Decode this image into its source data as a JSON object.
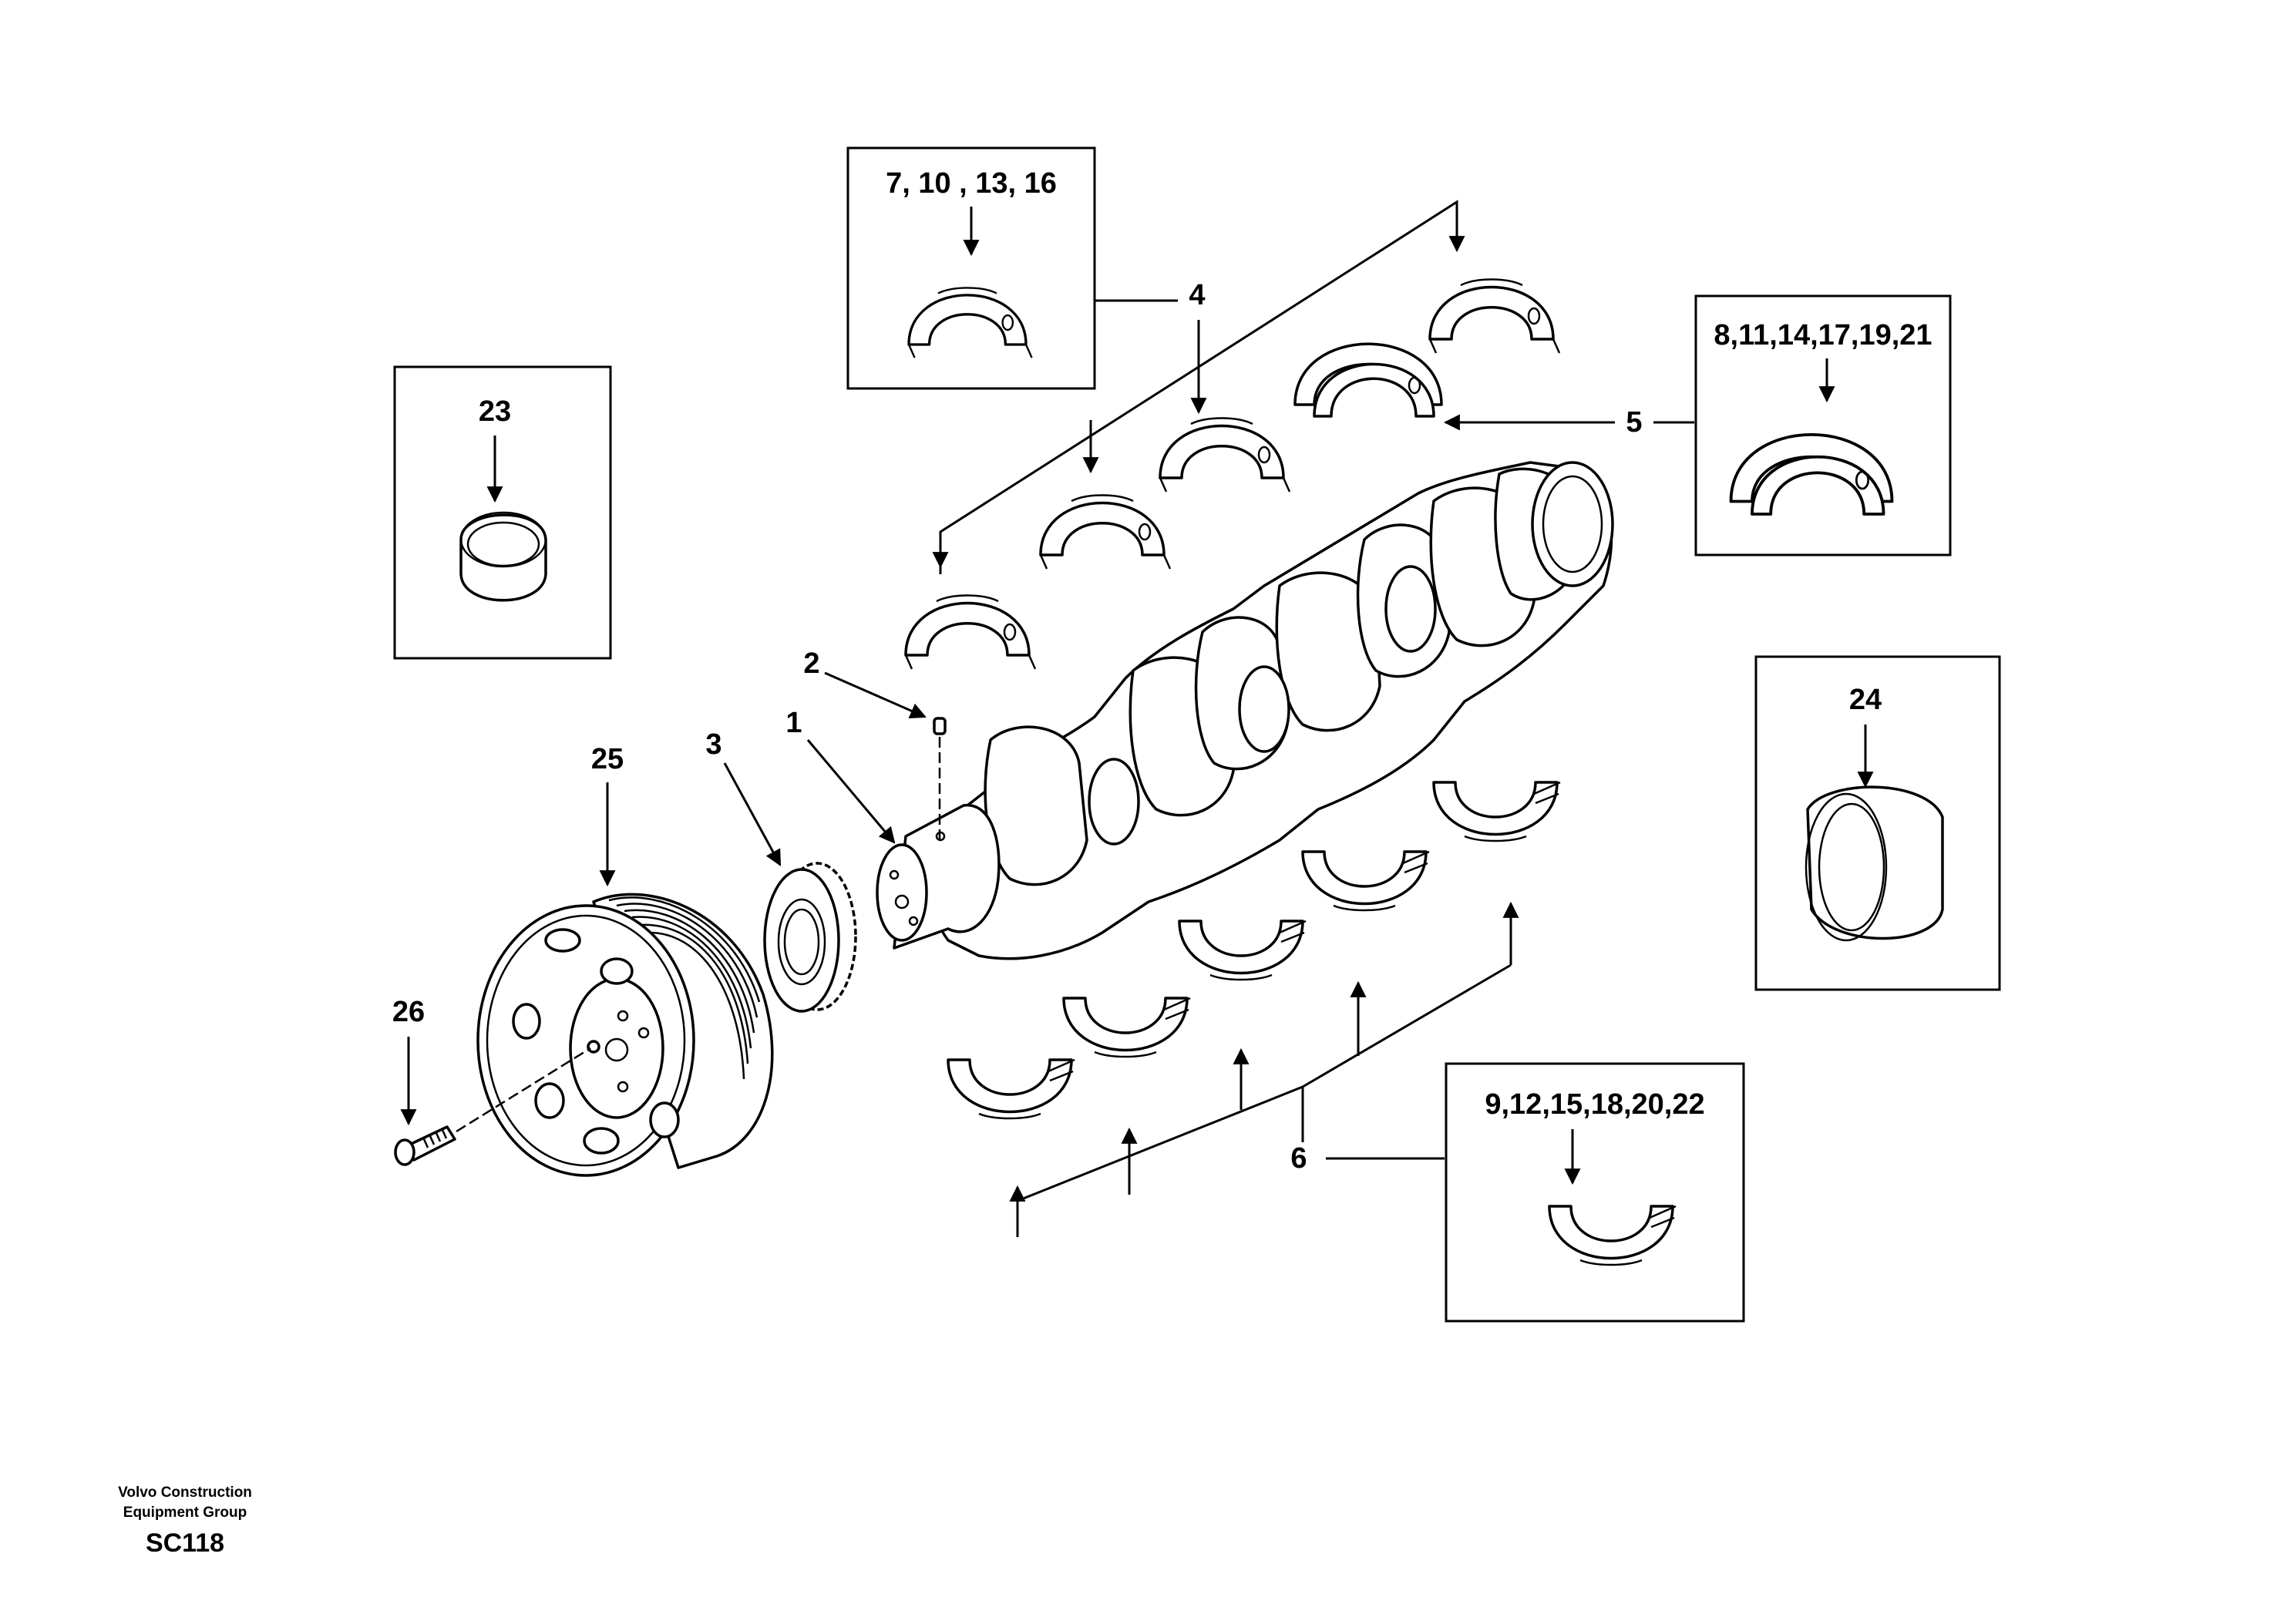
{
  "diagram": {
    "labels": {
      "p1": "1",
      "p2": "2",
      "p3": "3",
      "p4": "4",
      "p5": "5",
      "p6": "6",
      "p23": "23",
      "p24": "24",
      "p25": "25",
      "p26": "26"
    },
    "insets": {
      "upper_bearing_variants": "7, 10 , 13, 16",
      "thrust_bearing_variants": "8,11,14,17,19,21",
      "lower_bearing_variants": "9,12,15,18,20,22",
      "sleeve_front": "23",
      "sleeve_rear": "24"
    },
    "footer": {
      "brand_line1": "Volvo Construction",
      "brand_line2": "Equipment Group",
      "code": "SC118"
    }
  }
}
